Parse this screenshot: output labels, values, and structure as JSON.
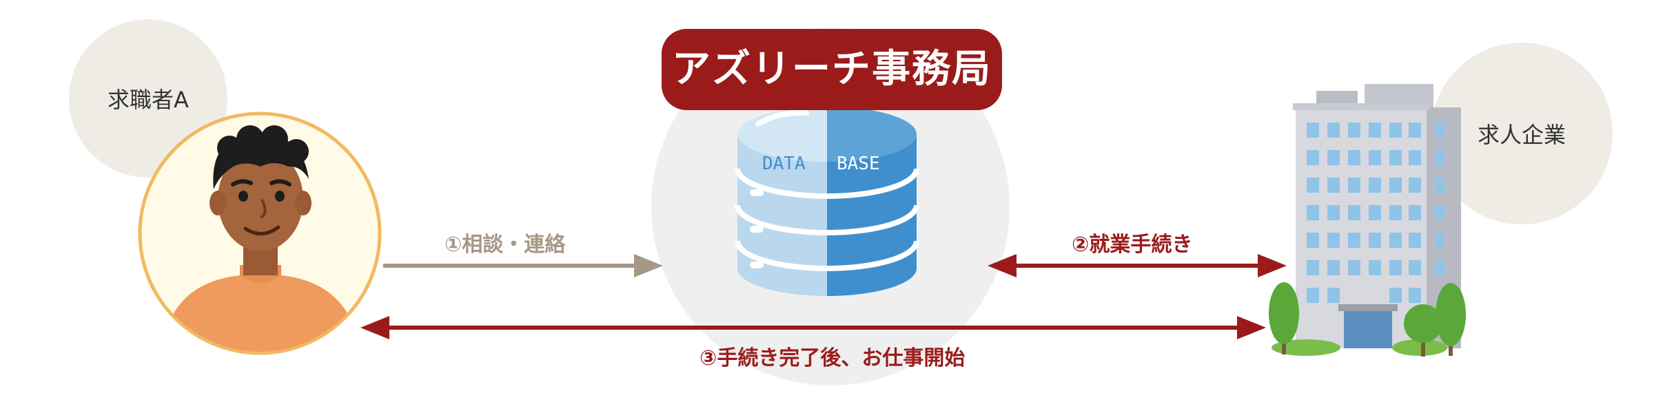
{
  "title": "アズリーチ事務局",
  "job_seeker": {
    "label": "求職者A"
  },
  "company": {
    "label": "求人企業"
  },
  "database": {
    "left_text": "DATA",
    "right_text": "BASE"
  },
  "flows": {
    "step1": "①相談・連絡",
    "step2": "②就業手続き",
    "step3": "③手続き完了後、お仕事開始"
  },
  "colors": {
    "accent_red": "#9b1b1b",
    "gray_arrow": "#a69884",
    "bubble_bg": "#efece6",
    "person_ring": "#f2b962",
    "person_bg": "#fffbe6",
    "db_light": "#b9d8ee",
    "db_dark": "#3f8fce"
  },
  "icons": [
    "person-icon",
    "database-icon",
    "office-building-icon",
    "tree-icon"
  ]
}
